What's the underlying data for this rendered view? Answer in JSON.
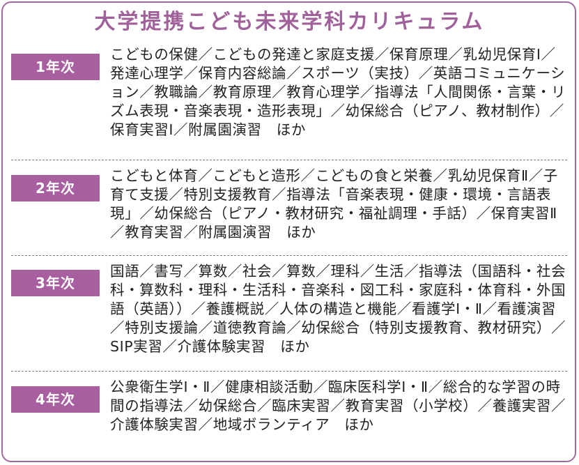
{
  "title": "大学提携こども未来学科カリキュラム",
  "accent_color": "#a85fa0",
  "years": [
    {
      "label": "1年次",
      "courses": "こどもの保健／こどもの発達と家庭支援／保育原理／乳幼児保育Ⅰ／発達心理学／保育内容総論／スポーツ（実技）／英語コミュニケーション／教職論／教育原理／教育心理学／指導法「人間関係・言葉・リズム表現・音楽表現・造形表現」／幼保総合（ピアノ、教材制作）／保育実習Ⅰ／附属園演習　ほか"
    },
    {
      "label": "2年次",
      "courses": "こどもと体育／こどもと造形／こどもの食と栄養／乳幼児保育Ⅱ／子育て支援／特別支援教育／指導法「音楽表現・健康・環境・言語表現」／幼保総合（ピアノ・教材研究・福祉調理・手話）／保育実習Ⅱ／教育実習／附属園演習　ほか"
    },
    {
      "label": "3年次",
      "courses": "国語／書写／算数／社会／算数／理科／生活／指導法（国語科・社会科・算数科・理科・生活科・音楽科・図工科・家庭科・体育科・外国語（英語））／養護概説／人体の構造と機能／看護学Ⅰ・Ⅱ／看護演習／特別支援論／道徳教育論／幼保総合（特別支援教育、教材研究）／SIP実習／介護体験実習　ほか"
    },
    {
      "label": "4年次",
      "courses": "公衆衛生学Ⅰ・Ⅱ／健康相談活動／臨床医科学Ⅰ・Ⅱ／総合的な学習の時間の指導法／幼保総合／臨床実習／教育実習（小学校）／養護実習／介護体験実習／地域ボランティア　ほか"
    }
  ]
}
